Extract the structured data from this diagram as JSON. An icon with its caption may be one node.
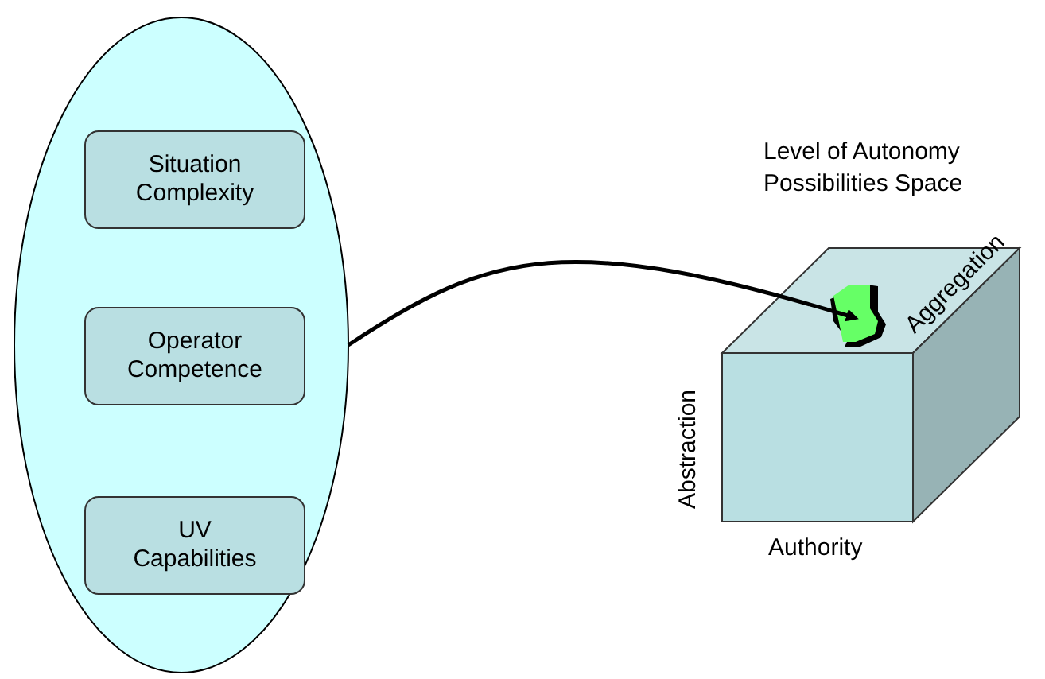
{
  "diagram": {
    "nodes": [
      {
        "text": [],
        "shape": "ellipse"
      },
      {
        "text": [
          "Situation Complexity"
        ],
        "in": 0
      },
      {
        "text": [
          "Operator Competence"
        ],
        "in": 0
      },
      {
        "text": [
          "UV Capabilities"
        ],
        "in": 0
      },
      {
        "text": [
          "Level of Autonomy Possibilities Space"
        ]
      },
      {
        "text": [],
        "shape": "blob",
        "in": 4
      }
    ],
    "edges": [
      {
        "from": 0,
        "to": 5,
        "arrow": "to"
      }
    ],
    "labels": [
      "Aggregation",
      "Abstraction",
      "Authority"
    ]
  }
}
